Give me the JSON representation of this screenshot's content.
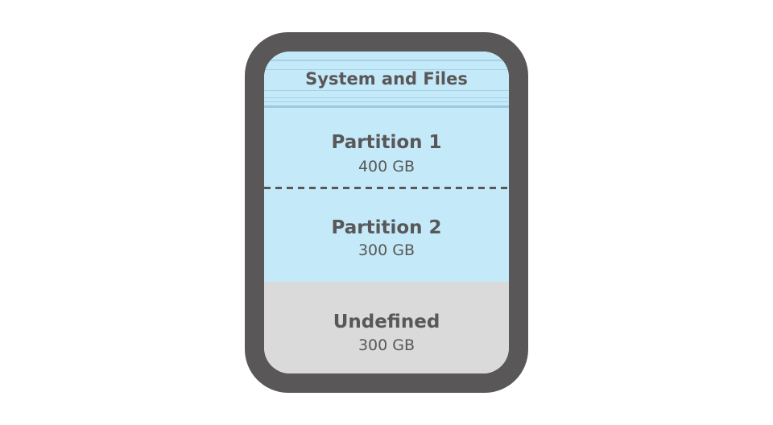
{
  "disk": {
    "system": {
      "label": "System and Files"
    },
    "partitions": [
      {
        "name": "Partition 1",
        "size": "400 GB"
      },
      {
        "name": "Partition 2",
        "size": "300 GB"
      }
    ],
    "undefined_space": {
      "name": "Undefined",
      "size": "300 GB"
    }
  },
  "colors": {
    "disk_frame": "#595757",
    "partition_fill": "#c4e9f8",
    "undefined_fill": "#dadada",
    "text": "#595757"
  }
}
